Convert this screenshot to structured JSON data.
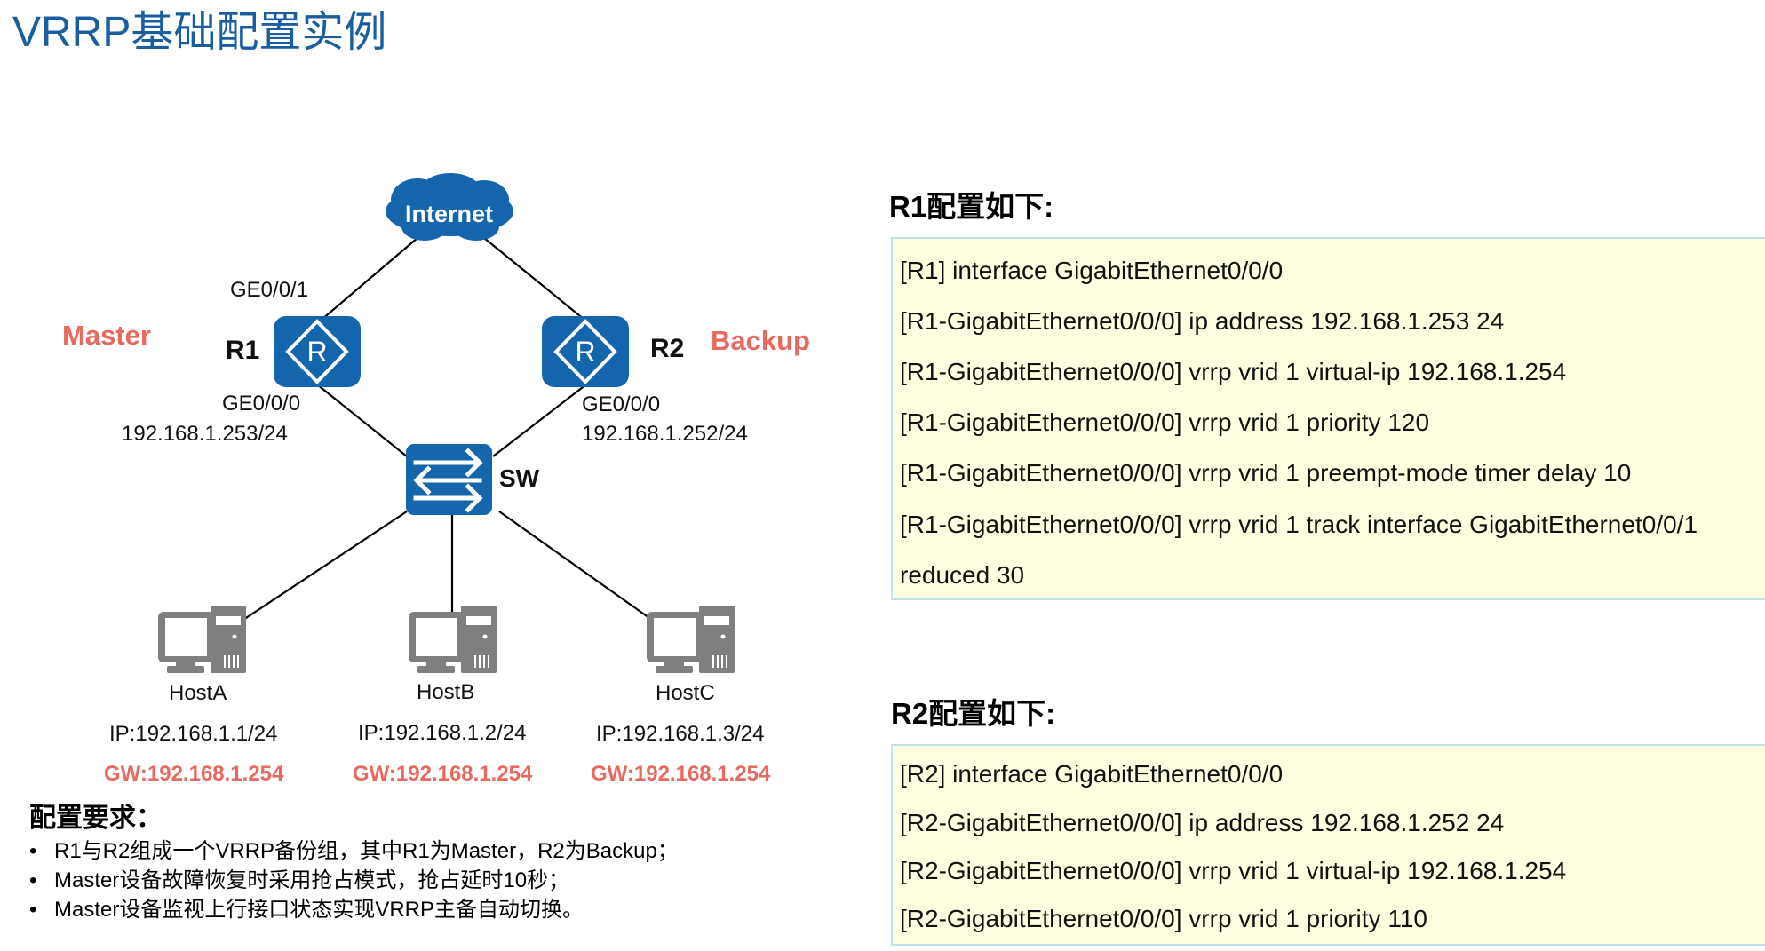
{
  "slide": {
    "title": "VRRP基础配置实例"
  },
  "topology": {
    "internet": {
      "label": "Internet"
    },
    "r1": {
      "name": "R1",
      "role": "Master",
      "uplink_if": "GE0/0/1",
      "downlink_if": "GE0/0/0",
      "downlink_ip": "192.168.1.253/24"
    },
    "r2": {
      "name": "R2",
      "role": "Backup",
      "downlink_if": "GE0/0/0",
      "downlink_ip": "192.168.1.252/24"
    },
    "switch": {
      "name": "SW"
    },
    "hosts": [
      {
        "name": "HostA",
        "ip": "IP:192.168.1.1/24",
        "gw": "GW:192.168.1.254"
      },
      {
        "name": "HostB",
        "ip": "IP:192.168.1.2/24",
        "gw": "GW:192.168.1.254"
      },
      {
        "name": "HostC",
        "ip": "IP:192.168.1.3/24",
        "gw": "GW:192.168.1.254"
      }
    ]
  },
  "requirements": {
    "title": "配置要求：",
    "bullet": "•",
    "items": [
      "R1与R2组成一个VRRP备份组，其中R1为Master，R2为Backup；",
      "Master设备故障恢复时采用抢占模式，抢占延时10秒；",
      "Master设备监视上行接口状态实现VRRP主备自动切换。"
    ]
  },
  "r1_config": {
    "title": "R1配置如下:",
    "lines": [
      "[R1] interface GigabitEthernet0/0/0",
      "[R1-GigabitEthernet0/0/0] ip address 192.168.1.253  24",
      "[R1-GigabitEthernet0/0/0] vrrp vrid 1 virtual-ip 192.168.1.254",
      "[R1-GigabitEthernet0/0/0] vrrp vrid 1 priority 120",
      "[R1-GigabitEthernet0/0/0] vrrp vrid 1 preempt-mode timer delay 10",
      "[R1-GigabitEthernet0/0/0] vrrp vrid 1 track interface GigabitEthernet0/0/1",
      "reduced 30"
    ]
  },
  "r2_config": {
    "title": "R2配置如下:",
    "lines": [
      "[R2] interface GigabitEthernet0/0/0",
      "[R2-GigabitEthernet0/0/0] ip address 192.168.1.252 24",
      "[R2-GigabitEthernet0/0/0] vrrp vrid 1 virtual-ip 192.168.1.254",
      "[R2-GigabitEthernet0/0/0] vrrp vrid 1 priority 110"
    ]
  },
  "colors": {
    "title_blue": "#1a5ea0",
    "device_blue": "#1565ad",
    "role_red": "#e8695d",
    "host_gray": "#7f7f7f",
    "config_bg": "#fefee0",
    "config_border": "#bfe3ef"
  }
}
